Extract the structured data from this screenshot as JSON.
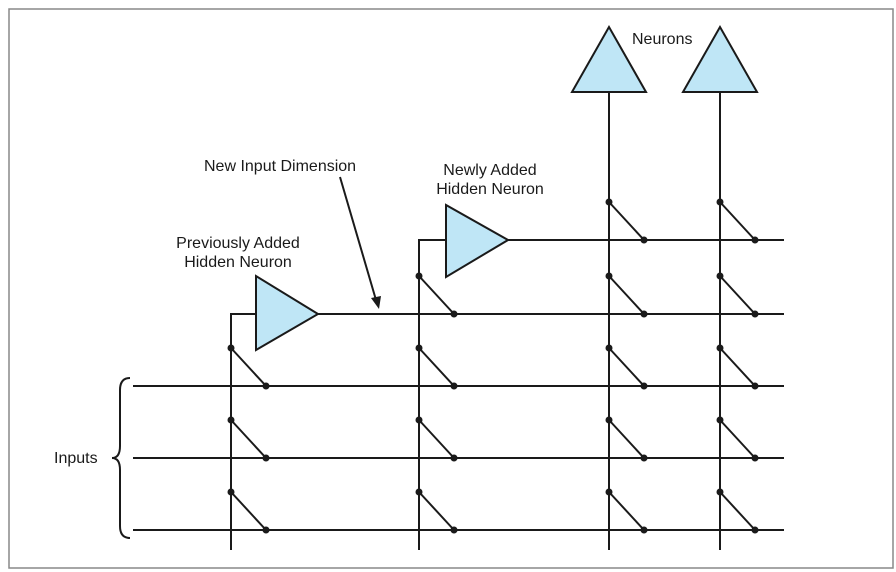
{
  "labels": {
    "neurons": "Neurons",
    "new_input_dimension": "New Input Dimension",
    "newly_added_line1": "Newly Added",
    "newly_added_line2": "Hidden Neuron",
    "previously_added_line1": "Previously Added",
    "previously_added_line2": "Hidden Neuron",
    "inputs": "Inputs"
  },
  "colors": {
    "neuron_fill": "#bfe6f6",
    "line": "#1a1a1a",
    "frame": "#888888"
  }
}
